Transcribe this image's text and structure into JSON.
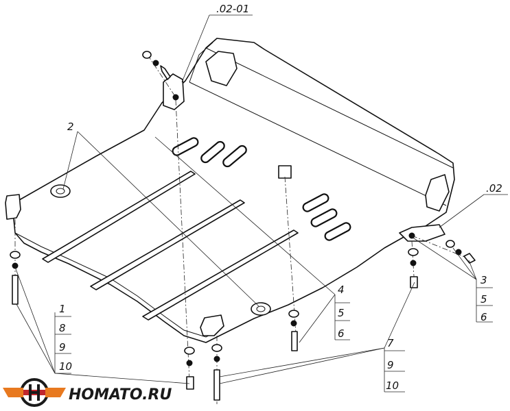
{
  "callouts": {
    "c_02_01": ".02-01",
    "c_2": "2",
    "c_02": ".02",
    "c_3": "3",
    "c_5a": "5",
    "c_6a": "6",
    "c_4": "4",
    "c_5b": "5",
    "c_6b": "6",
    "c_1": "1",
    "c_8": "8",
    "c_9a": "9",
    "c_10a": "10",
    "c_7": "7",
    "c_9b": "9",
    "c_10b": "10"
  },
  "brand": {
    "logo_icon": "homato-logo-icon",
    "text": "HOMATO.RU",
    "colors": {
      "orange": "#e8791f",
      "red": "#c0262d",
      "dark": "#1a1a1a"
    }
  }
}
